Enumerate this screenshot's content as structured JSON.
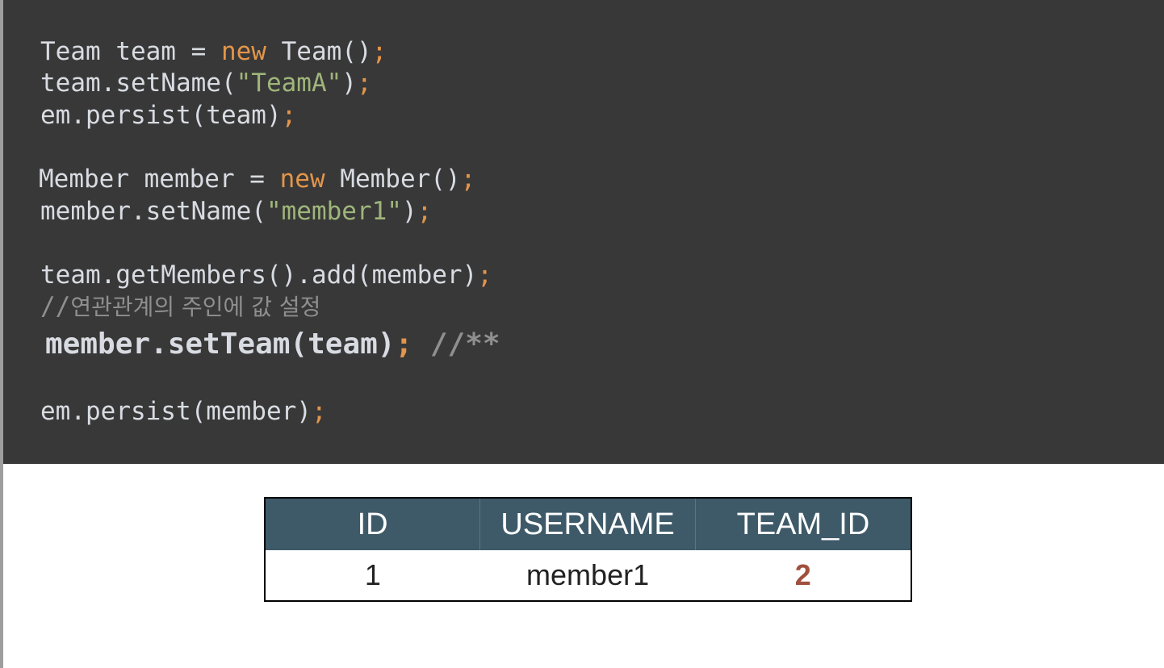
{
  "code": {
    "l1": {
      "a": "Team team = ",
      "kw": "new",
      "b": " Team()",
      "semi": ";"
    },
    "l2": {
      "a": "team.setName(",
      "str": "\"TeamA\"",
      "b": ")",
      "semi": ";"
    },
    "l3": {
      "a": "em.persist(team)",
      "semi": ";"
    },
    "l4": {
      "a": "Member member = ",
      "kw": "new",
      "b": " Member()",
      "semi": ";"
    },
    "l5": {
      "a": "member.setName(",
      "str": "\"member1\"",
      "b": ")",
      "semi": ";"
    },
    "l6": {
      "a": "team.getMembers().add(member)",
      "semi": ";"
    },
    "l7": {
      "slashes": "//",
      "text": "연관관계의 주인에 값 설정"
    },
    "l8": {
      "a": "member.setTeam(team)",
      "semi": ";",
      "comment": " //**"
    },
    "l9": {
      "a": "em.persist(member)",
      "semi": ";"
    }
  },
  "table": {
    "headers": [
      "ID",
      "USERNAME",
      "TEAM_ID"
    ],
    "rows": [
      [
        "1",
        "member1",
        "2"
      ]
    ]
  },
  "colors": {
    "code_background": "#383838",
    "keyword": "#e3954a",
    "string": "#9fb57a",
    "table_header": "#3e5a69",
    "highlight_value": "#a0503e"
  }
}
